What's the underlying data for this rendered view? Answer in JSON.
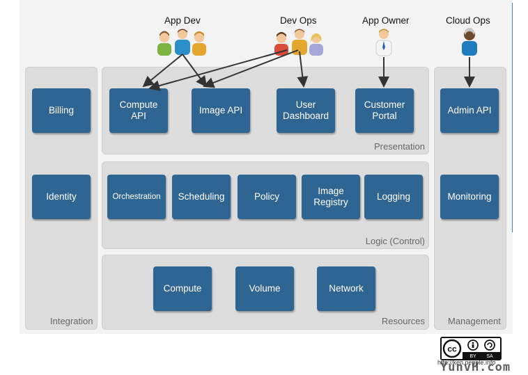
{
  "roles": {
    "app_dev": "App Dev",
    "dev_ops": "Dev Ops",
    "app_owner": "App Owner",
    "cloud_ops": "Cloud Ops"
  },
  "panels": {
    "integration": "Integration",
    "presentation": "Presentation",
    "logic": "Logic (Control)",
    "resources": "Resources",
    "management": "Management"
  },
  "boxes": {
    "billing": "Billing",
    "identity": "Identity",
    "compute_api": "Compute\nAPI",
    "image_api": "Image API",
    "user_dashboard": "User\nDashboard",
    "customer_portal": "Customer\nPortal",
    "admin_api": "Admin API",
    "orchestration": "Orchestration",
    "scheduling": "Scheduling",
    "policy": "Policy",
    "image_registry": "Image\nRegistry",
    "logging": "Logging",
    "monitoring": "Monitoring",
    "compute": "Compute",
    "volume": "Volume",
    "network": "Network"
  },
  "license": {
    "cc": "cc",
    "by": "BY",
    "sa": "SA",
    "credit": "http://ken.pepple.info",
    "watermark": "YunvH.com"
  },
  "colors": {
    "box": "#2f6593",
    "panel": "#dcdcdc",
    "arrow": "#333333"
  }
}
